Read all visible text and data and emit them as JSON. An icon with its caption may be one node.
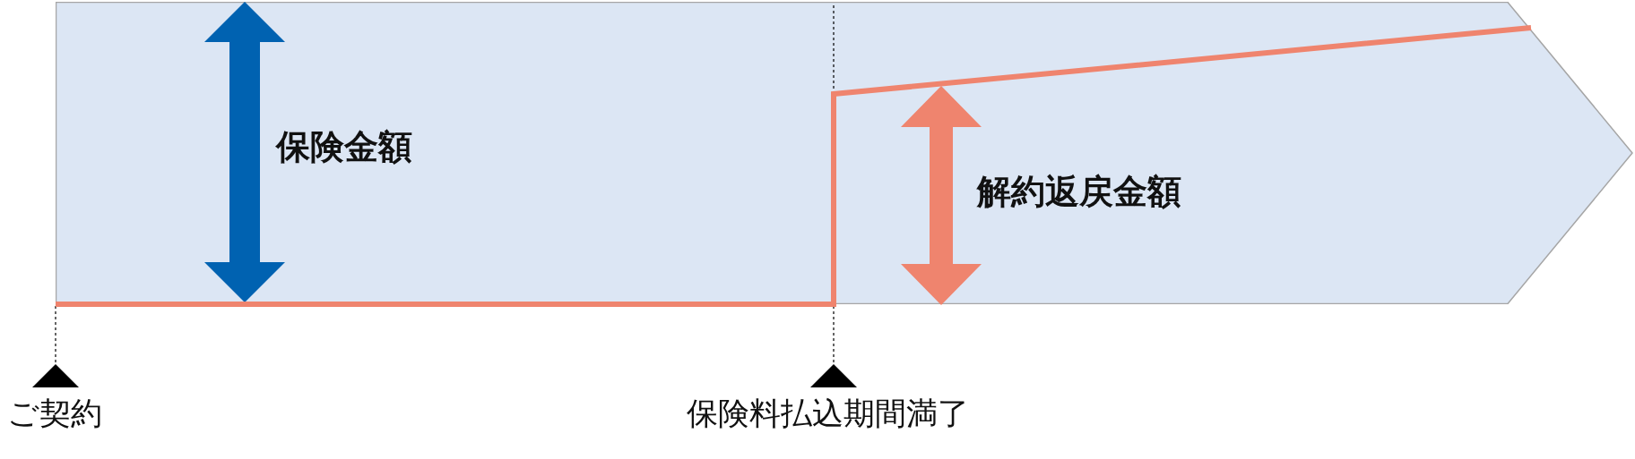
{
  "diagram": {
    "nodes": [
      {
        "text": [],
        "shape": "arrow"
      }
    ],
    "labels": [
      "保険金額",
      "解約返戻金額",
      "ご契約",
      "保険料払込期間満了"
    ]
  }
}
